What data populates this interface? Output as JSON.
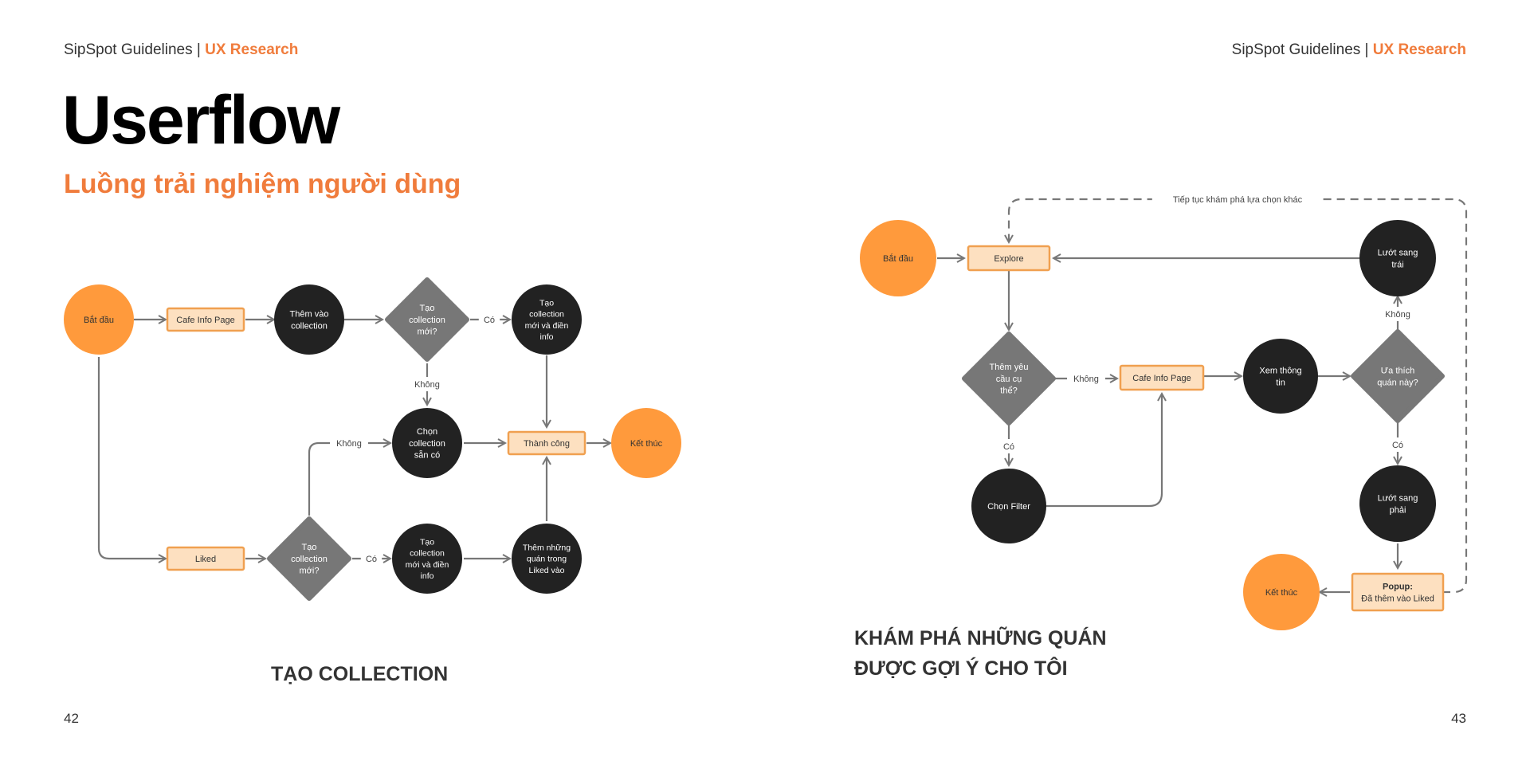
{
  "header": {
    "brand": "SipSpot Guidelines",
    "separator": " | ",
    "section": "UX Research"
  },
  "title": "Userflow",
  "subtitle": "Luồng trải nghiệm người dùng",
  "colors": {
    "accent": "#f07c3c",
    "start_end_node": "#ff9a3c",
    "process_fill": "#fde0c0",
    "process_stroke": "#f0a050",
    "dark_node": "#222222",
    "decision_node": "#777777",
    "connector": "#777777"
  },
  "left_flow": {
    "caption": "TẠO COLLECTION",
    "start": "Bắt đầu",
    "cafe_info_page": "Cafe Info Page",
    "add_to_collection": [
      "Thêm vào",
      "collection"
    ],
    "decision_top": [
      "Tạo",
      "collection",
      "mới?"
    ],
    "create_new_top": [
      "Tạo",
      "collection",
      "mới và điền",
      "info"
    ],
    "choose_existing": [
      "Chọn",
      "collection",
      "sẵn có"
    ],
    "success": "Thành công",
    "end": "Kết thúc",
    "liked": "Liked",
    "decision_bottom": [
      "Tạo",
      "collection",
      "mới?"
    ],
    "create_new_bottom": [
      "Tạo",
      "collection",
      "mới và điền",
      "info"
    ],
    "add_liked": [
      "Thêm những",
      "quán trong",
      "Liked vào"
    ],
    "yes": "Có",
    "no": "Không"
  },
  "right_flow": {
    "caption_lines": [
      "KHÁM PHÁ NHỮNG QUÁN",
      "ĐƯỢC GỢI Ý CHO TÔI"
    ],
    "loop_label": "Tiếp tục khám phá lựa chọn khác",
    "start": "Bắt đầu",
    "explore": "Explore",
    "swipe_left": [
      "Lướt sang",
      "trái"
    ],
    "decision_requirement": [
      "Thêm yêu",
      "cầu cụ",
      "thể?"
    ],
    "cafe_info_page": "Cafe Info Page",
    "view_info": [
      "Xem thông",
      "tin"
    ],
    "decision_like": [
      "Ưa thích",
      "quán này?"
    ],
    "choose_filter": "Chọn Filter",
    "swipe_right": [
      "Lướt sang",
      "phải"
    ],
    "popup_title": "Popup:",
    "popup_text": "Đã thêm vào Liked",
    "end": "Kết thúc",
    "yes": "Có",
    "no": "Không"
  },
  "pages": {
    "left": "42",
    "right": "43"
  }
}
